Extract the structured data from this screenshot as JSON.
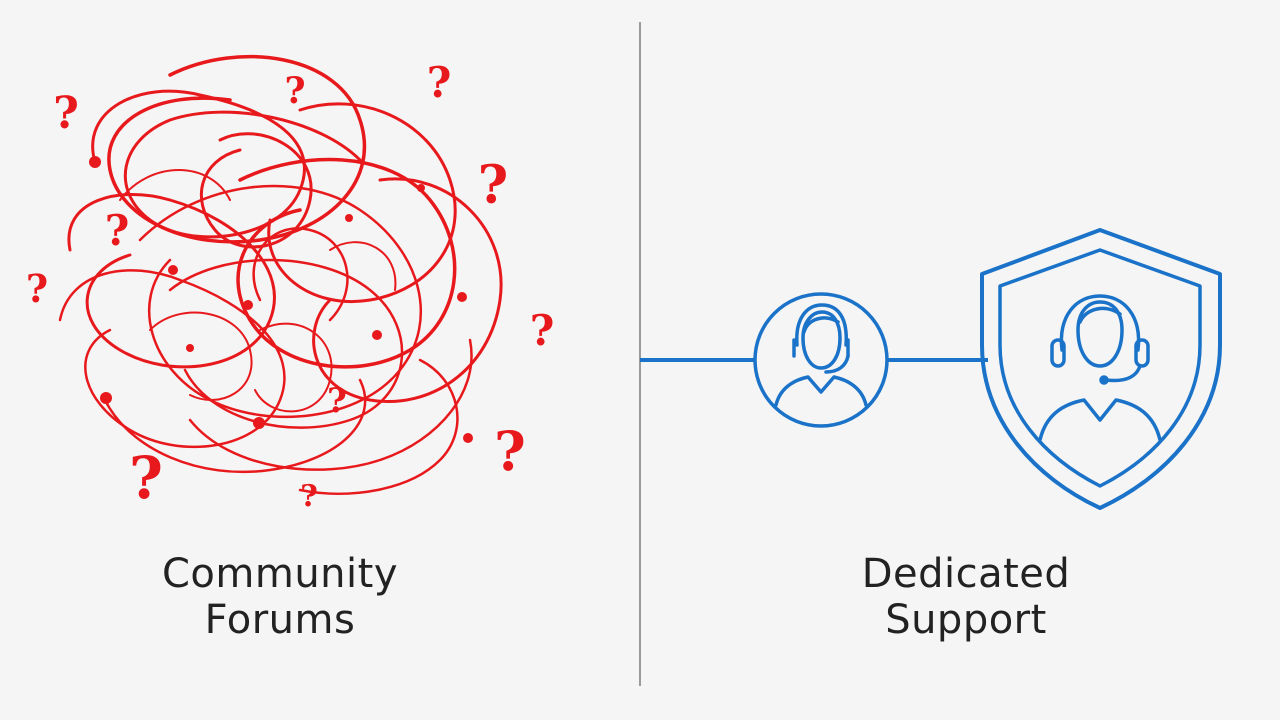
{
  "left_panel": {
    "label_line1": "Community",
    "label_line2": "Forums",
    "accent_color": "#e8191c",
    "icon": "tangled-scribble-icon",
    "question_mark": "?"
  },
  "right_panel": {
    "label_line1": "Dedicated",
    "label_line2": "Support",
    "accent_color": "#1a73c8",
    "icons": [
      "support-agent-circle-icon",
      "shield-agent-icon"
    ]
  },
  "divider_color": "#9a9a9a"
}
